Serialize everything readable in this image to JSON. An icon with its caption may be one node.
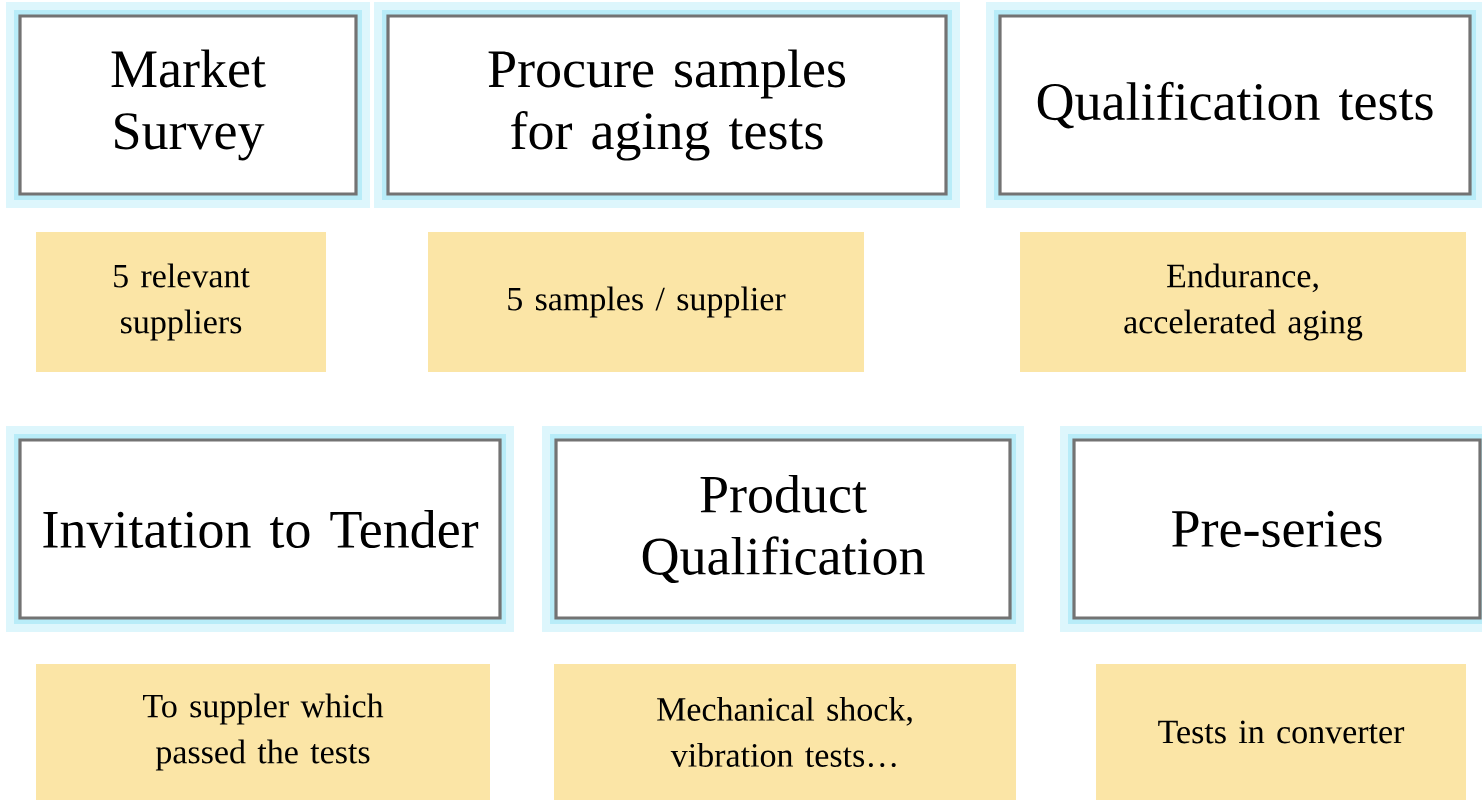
{
  "diagram": {
    "nodes": [
      {
        "text": [
          "Market Survey"
        ]
      },
      {
        "text": [
          "Procure samples for aging tests"
        ]
      },
      {
        "text": [
          "Qualification tests"
        ]
      },
      {
        "text": [
          "5 relevant suppliers"
        ]
      },
      {
        "text": [
          "5 samples / supplier"
        ]
      },
      {
        "text": [
          "Endurance, accelerated aging"
        ]
      },
      {
        "text": [
          "Invitation to Tender"
        ]
      },
      {
        "text": [
          "Product Qualification"
        ]
      },
      {
        "text": [
          "Pre-series"
        ]
      },
      {
        "text": [
          "To suppler which passed the tests"
        ]
      },
      {
        "text": [
          "Mechanical shock, vibration tests…"
        ]
      },
      {
        "text": [
          "Tests in converter"
        ]
      }
    ]
  }
}
